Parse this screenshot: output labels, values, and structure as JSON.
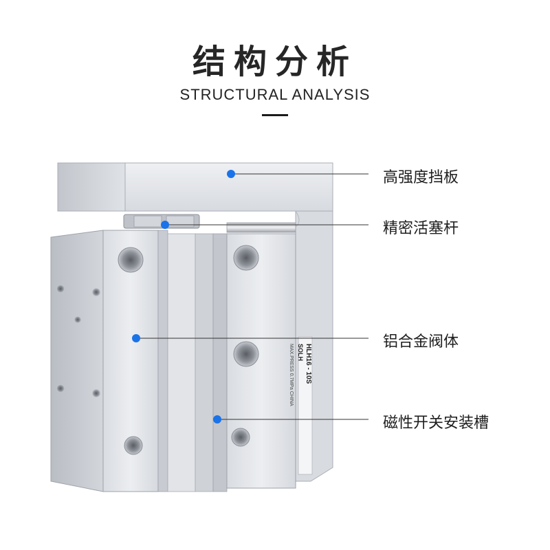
{
  "header": {
    "title_cn": "结构分析",
    "title_en": "STRUCTURAL ANALYSIS"
  },
  "product": {
    "model": "HLH16 - 10S",
    "brand": "SOLH",
    "spec_line": "MAX.PRESS 0.7MPa  CHINA"
  },
  "callouts": [
    {
      "label": "高强度挡板"
    },
    {
      "label": "精密活塞杆"
    },
    {
      "label": "铝合金阀体"
    },
    {
      "label": "磁性开关安装槽"
    }
  ],
  "colors": {
    "dot": "#1a73e8",
    "line": "#333333",
    "aluminum_light": "#e4e6ea",
    "aluminum_mid": "#c9ccd2",
    "aluminum_dark": "#9ea2aa"
  }
}
